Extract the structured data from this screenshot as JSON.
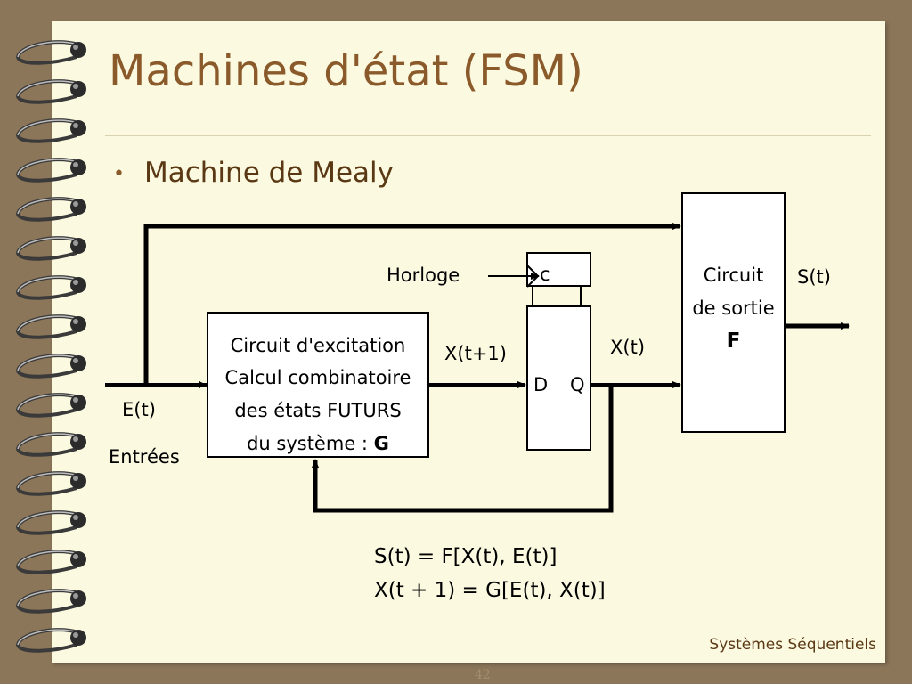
{
  "slide": {
    "title": "Machines d'état (FSM)",
    "bullet": "Machine de Mealy",
    "footer": "Systèmes Séquentiels",
    "page_number": "42"
  },
  "diagram": {
    "excitation_block": {
      "line1": "Circuit d'excitation",
      "line2": "Calcul combinatoire",
      "line3": "des états FUTURS",
      "line4": "du système : ",
      "symbol": "G"
    },
    "flipflop": {
      "clock_pin": "c",
      "d_pin": "D",
      "q_pin": "Q"
    },
    "output_block": {
      "line1": "Circuit",
      "line2": "de sortie",
      "symbol": "F"
    },
    "labels": {
      "clock": "Horloge",
      "input_signal": "E(t)",
      "inputs": "Entrées",
      "next_state": "X(t+1)",
      "state": "X(t)",
      "output": "S(t)"
    },
    "equations": {
      "output_eq": "S(t) = F[X(t), E(t)]",
      "next_state_eq": "X(t + 1) = G[E(t), X(t)]"
    }
  }
}
